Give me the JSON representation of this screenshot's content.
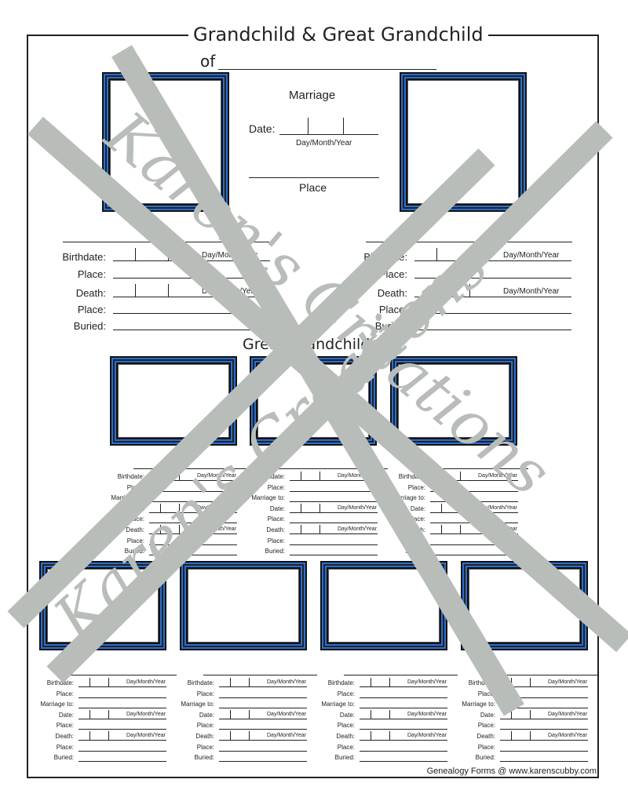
{
  "header": {
    "title": "Grandchild & Great Grandchild",
    "of_label": "of"
  },
  "marriage": {
    "heading": "Marriage",
    "date_label": "Date:",
    "date_format": "Day/Month/Year",
    "place_label": "Place"
  },
  "couple_fields": {
    "birthdate": "Birthdate:",
    "place": "Place:",
    "death": "Death:",
    "buried": "Buried:",
    "date_format": "Day/Month/Year"
  },
  "section_title": "Great Grandchildren",
  "child_fields": {
    "birthdate": "Birthdate:",
    "place": "Place:",
    "marriage_to": "Marriage to:",
    "date": "Date:",
    "death": "Death:",
    "buried": "Buried:",
    "date_format": "Day/Month/Year"
  },
  "footer": "Genealogy Forms @ www.karenscubby.com",
  "watermark": {
    "text": "Karen's Creations",
    "color": "#b9bdb9"
  },
  "colors": {
    "frame_blue": "#2a6fd1",
    "frame_dark": "#111111"
  }
}
